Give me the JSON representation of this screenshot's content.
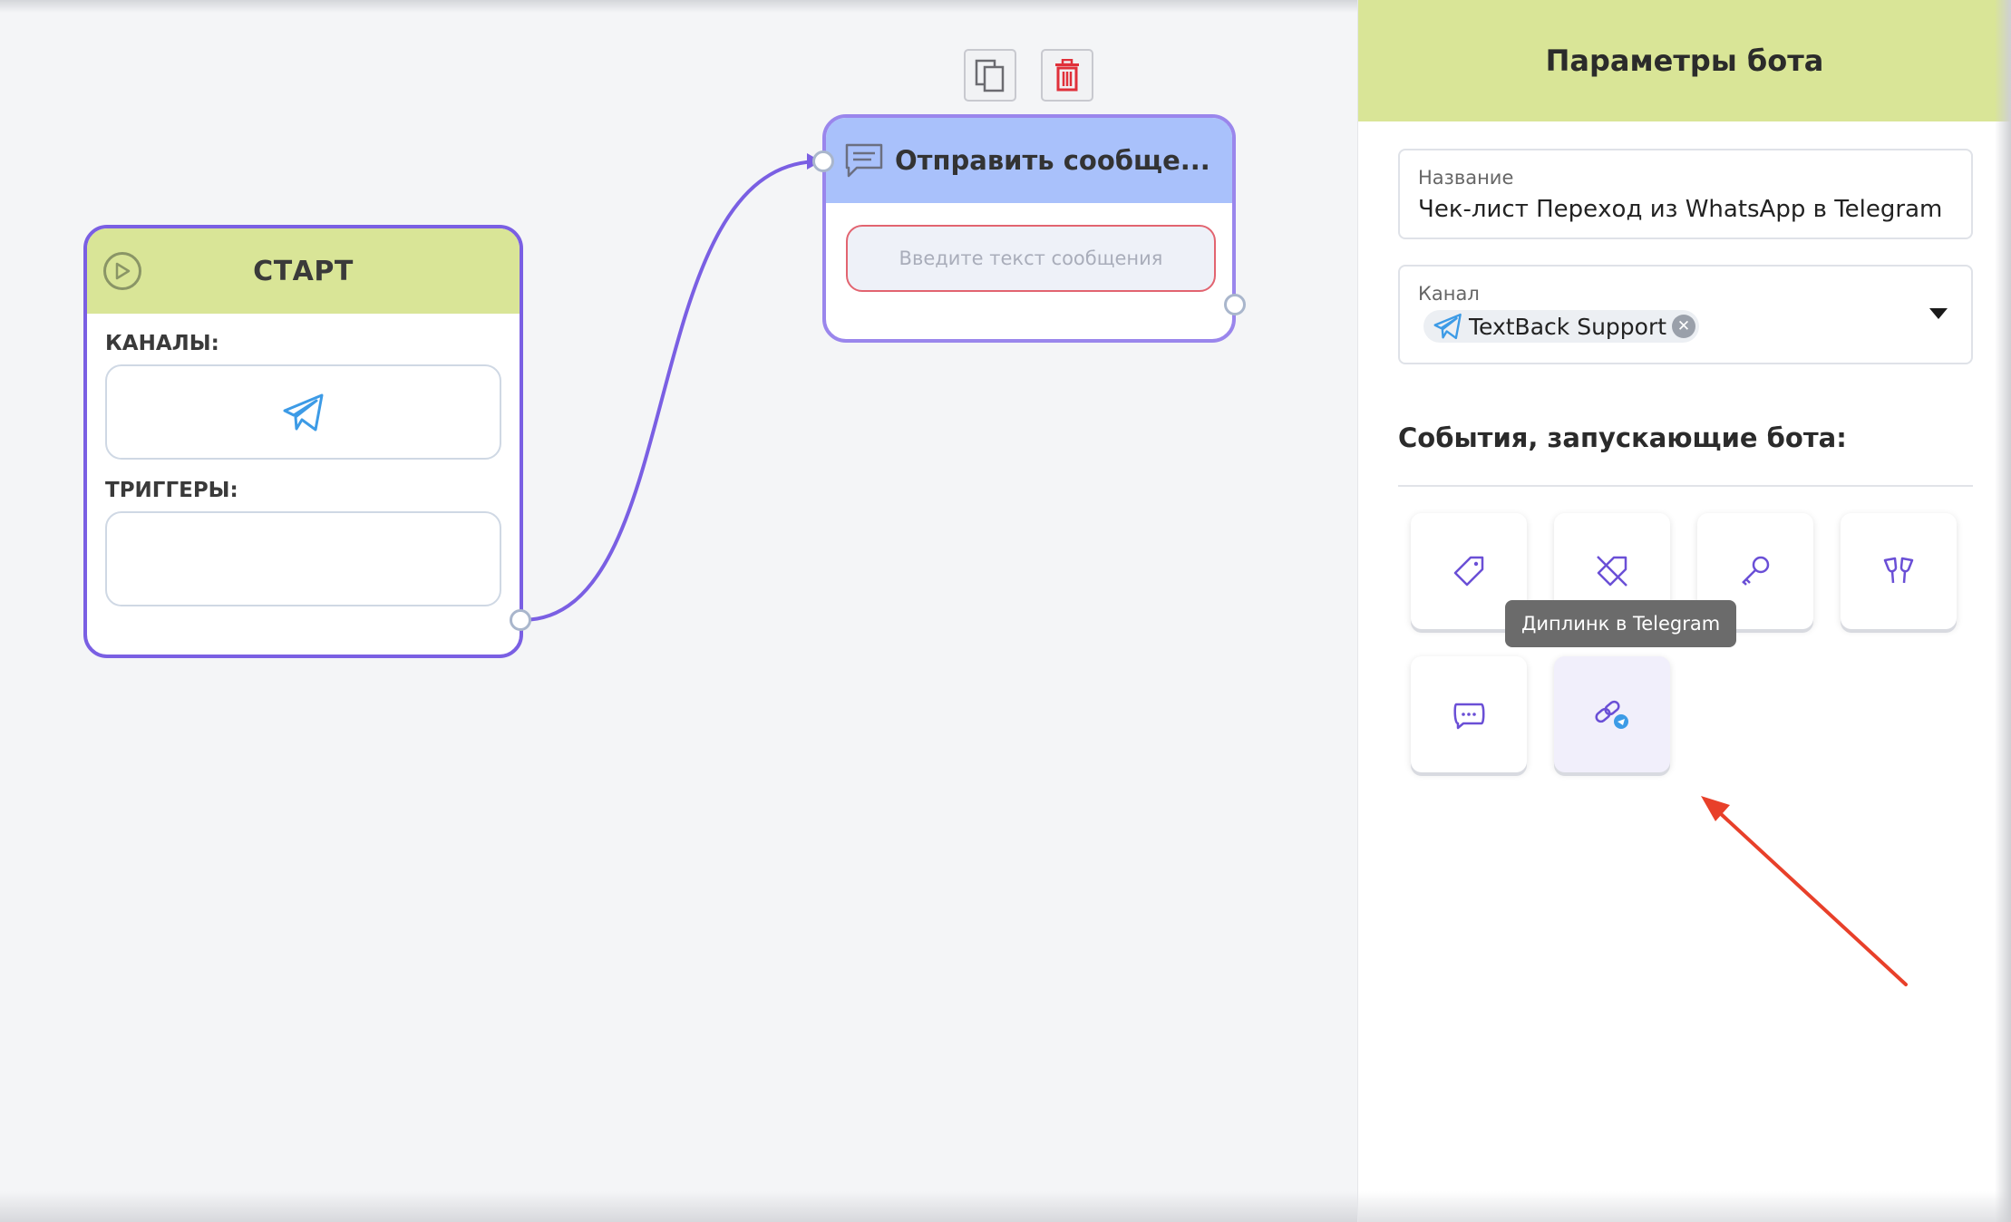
{
  "canvas": {
    "start_node": {
      "title": "СТАРТ",
      "channels_label": "КАНАЛЫ:",
      "triggers_label": "ТРИГГЕРЫ:",
      "play_icon": "play-icon",
      "channel_icon": "telegram-icon"
    },
    "message_node": {
      "title": "Отправить сообще...",
      "placeholder": "Введите текст сообщения",
      "icon": "chat-bubble-icon"
    },
    "toolbar": {
      "copy_icon": "copy-icon",
      "delete_icon": "trash-icon"
    },
    "colors": {
      "wire": "#7a5fe3",
      "start_header": "#d9e597",
      "message_header": "#a9c1fb",
      "delete": "#e0303a"
    }
  },
  "panel": {
    "title": "Параметры бота",
    "name_field": {
      "label": "Название",
      "value": "Чек-лист Переход из WhatsApp в Telegram"
    },
    "channel_field": {
      "label": "Канал",
      "chip_text": "TextBack Support",
      "chip_remove": "✕"
    },
    "events_title": "События, запускающие бота:",
    "events": [
      {
        "icon": "tag-icon"
      },
      {
        "icon": "tag-off-icon"
      },
      {
        "icon": "key-icon"
      },
      {
        "icon": "glasses-cheers-icon"
      },
      {
        "icon": "chat-dots-icon"
      },
      {
        "icon": "telegram-deeplink-icon",
        "active": true
      }
    ],
    "tooltip": "Диплинк в Telegram"
  }
}
